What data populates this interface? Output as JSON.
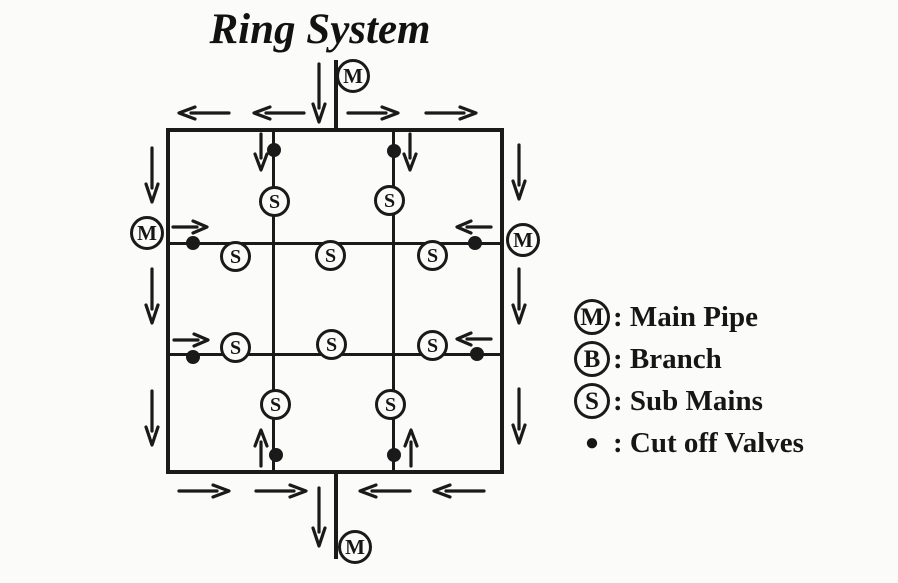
{
  "title": "Ring System",
  "symbols": {
    "main_pipe": "M",
    "branch": "B",
    "sub_main": "S"
  },
  "legend": {
    "items": [
      {
        "symbol": "M",
        "label": ": Main Pipe"
      },
      {
        "symbol": "B",
        "label": ": Branch"
      },
      {
        "symbol": "S",
        "label": ": Sub Mains"
      },
      {
        "symbol": "●",
        "label": ": Cut off Valves"
      }
    ]
  },
  "colors": {
    "ink": "#1a1a1a",
    "background": "#fbfbfa"
  }
}
